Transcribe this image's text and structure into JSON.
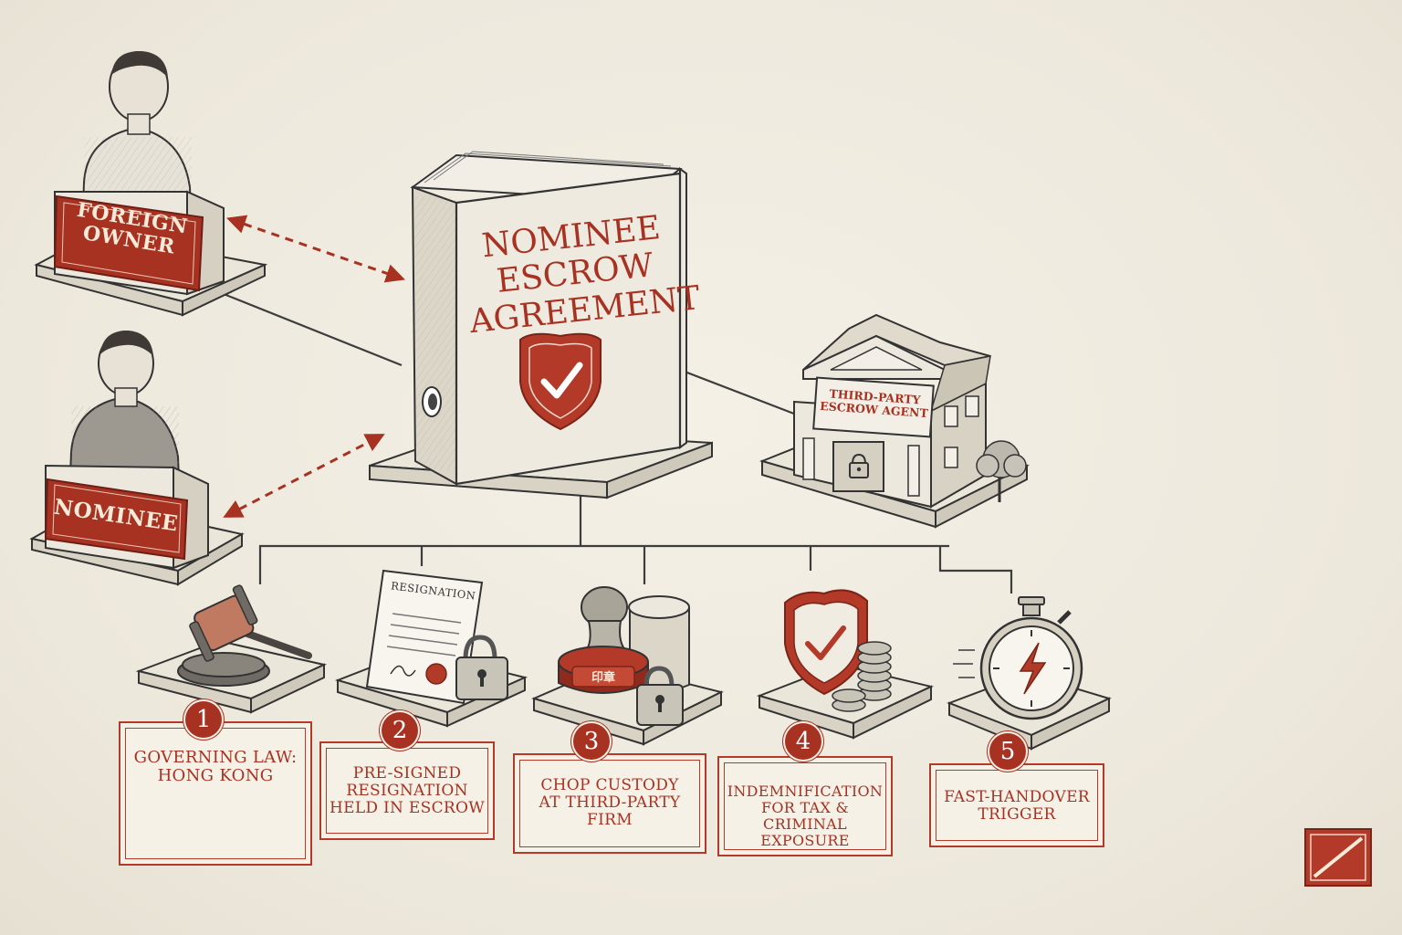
{
  "diagram": {
    "central_title": [
      "NOMINEE",
      "ESCROW",
      "AGREEMENT"
    ],
    "parties": {
      "foreign_owner": [
        "FOREIGN",
        "OWNER"
      ],
      "nominee": [
        "NOMINEE"
      ],
      "escrow_agent": [
        "THIRD-PARTY",
        "ESCROW AGENT"
      ]
    },
    "resignation_doc_title": "RESIGNATION",
    "chop_stamp_text": "印章",
    "steps": [
      {
        "number": "1",
        "lines": [
          "GOVERNING LAW:",
          "HONG KONG"
        ]
      },
      {
        "number": "2",
        "lines": [
          "PRE-SIGNED",
          "RESIGNATION",
          "HELD IN ESCROW"
        ]
      },
      {
        "number": "3",
        "lines": [
          "CHOP CUSTODY",
          "AT THIRD-PARTY",
          "FIRM"
        ]
      },
      {
        "number": "4",
        "lines": [
          "INDEMNIFICATION",
          "FOR TAX & CRIMINAL",
          "EXPOSURE"
        ]
      },
      {
        "number": "5",
        "lines": [
          "FAST-HANDOVER",
          "TRIGGER"
        ]
      }
    ],
    "colors": {
      "accent": "#a83222",
      "paper": "#f1ede2",
      "ink": "#3a3a3a"
    }
  }
}
